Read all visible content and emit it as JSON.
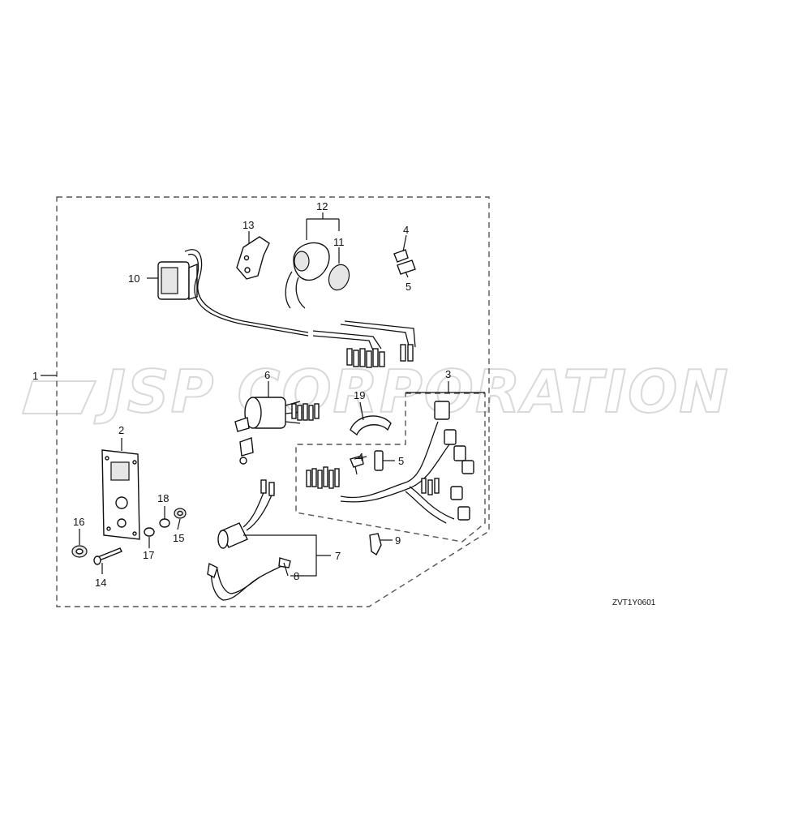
{
  "watermark": "JSP CORPORATION",
  "drawing_code": "ZVT1Y0601",
  "callouts": {
    "c1": "1",
    "c2": "2",
    "c3": "3",
    "c4a": "4",
    "c4b": "4",
    "c5a": "5",
    "c5b": "5",
    "c6": "6",
    "c7": "7",
    "c8": "8",
    "c9": "9",
    "c10": "10",
    "c11": "11",
    "c12": "12",
    "c13": "13",
    "c14": "14",
    "c15": "15",
    "c16": "16",
    "c17": "17",
    "c18": "18",
    "c19": "19"
  }
}
